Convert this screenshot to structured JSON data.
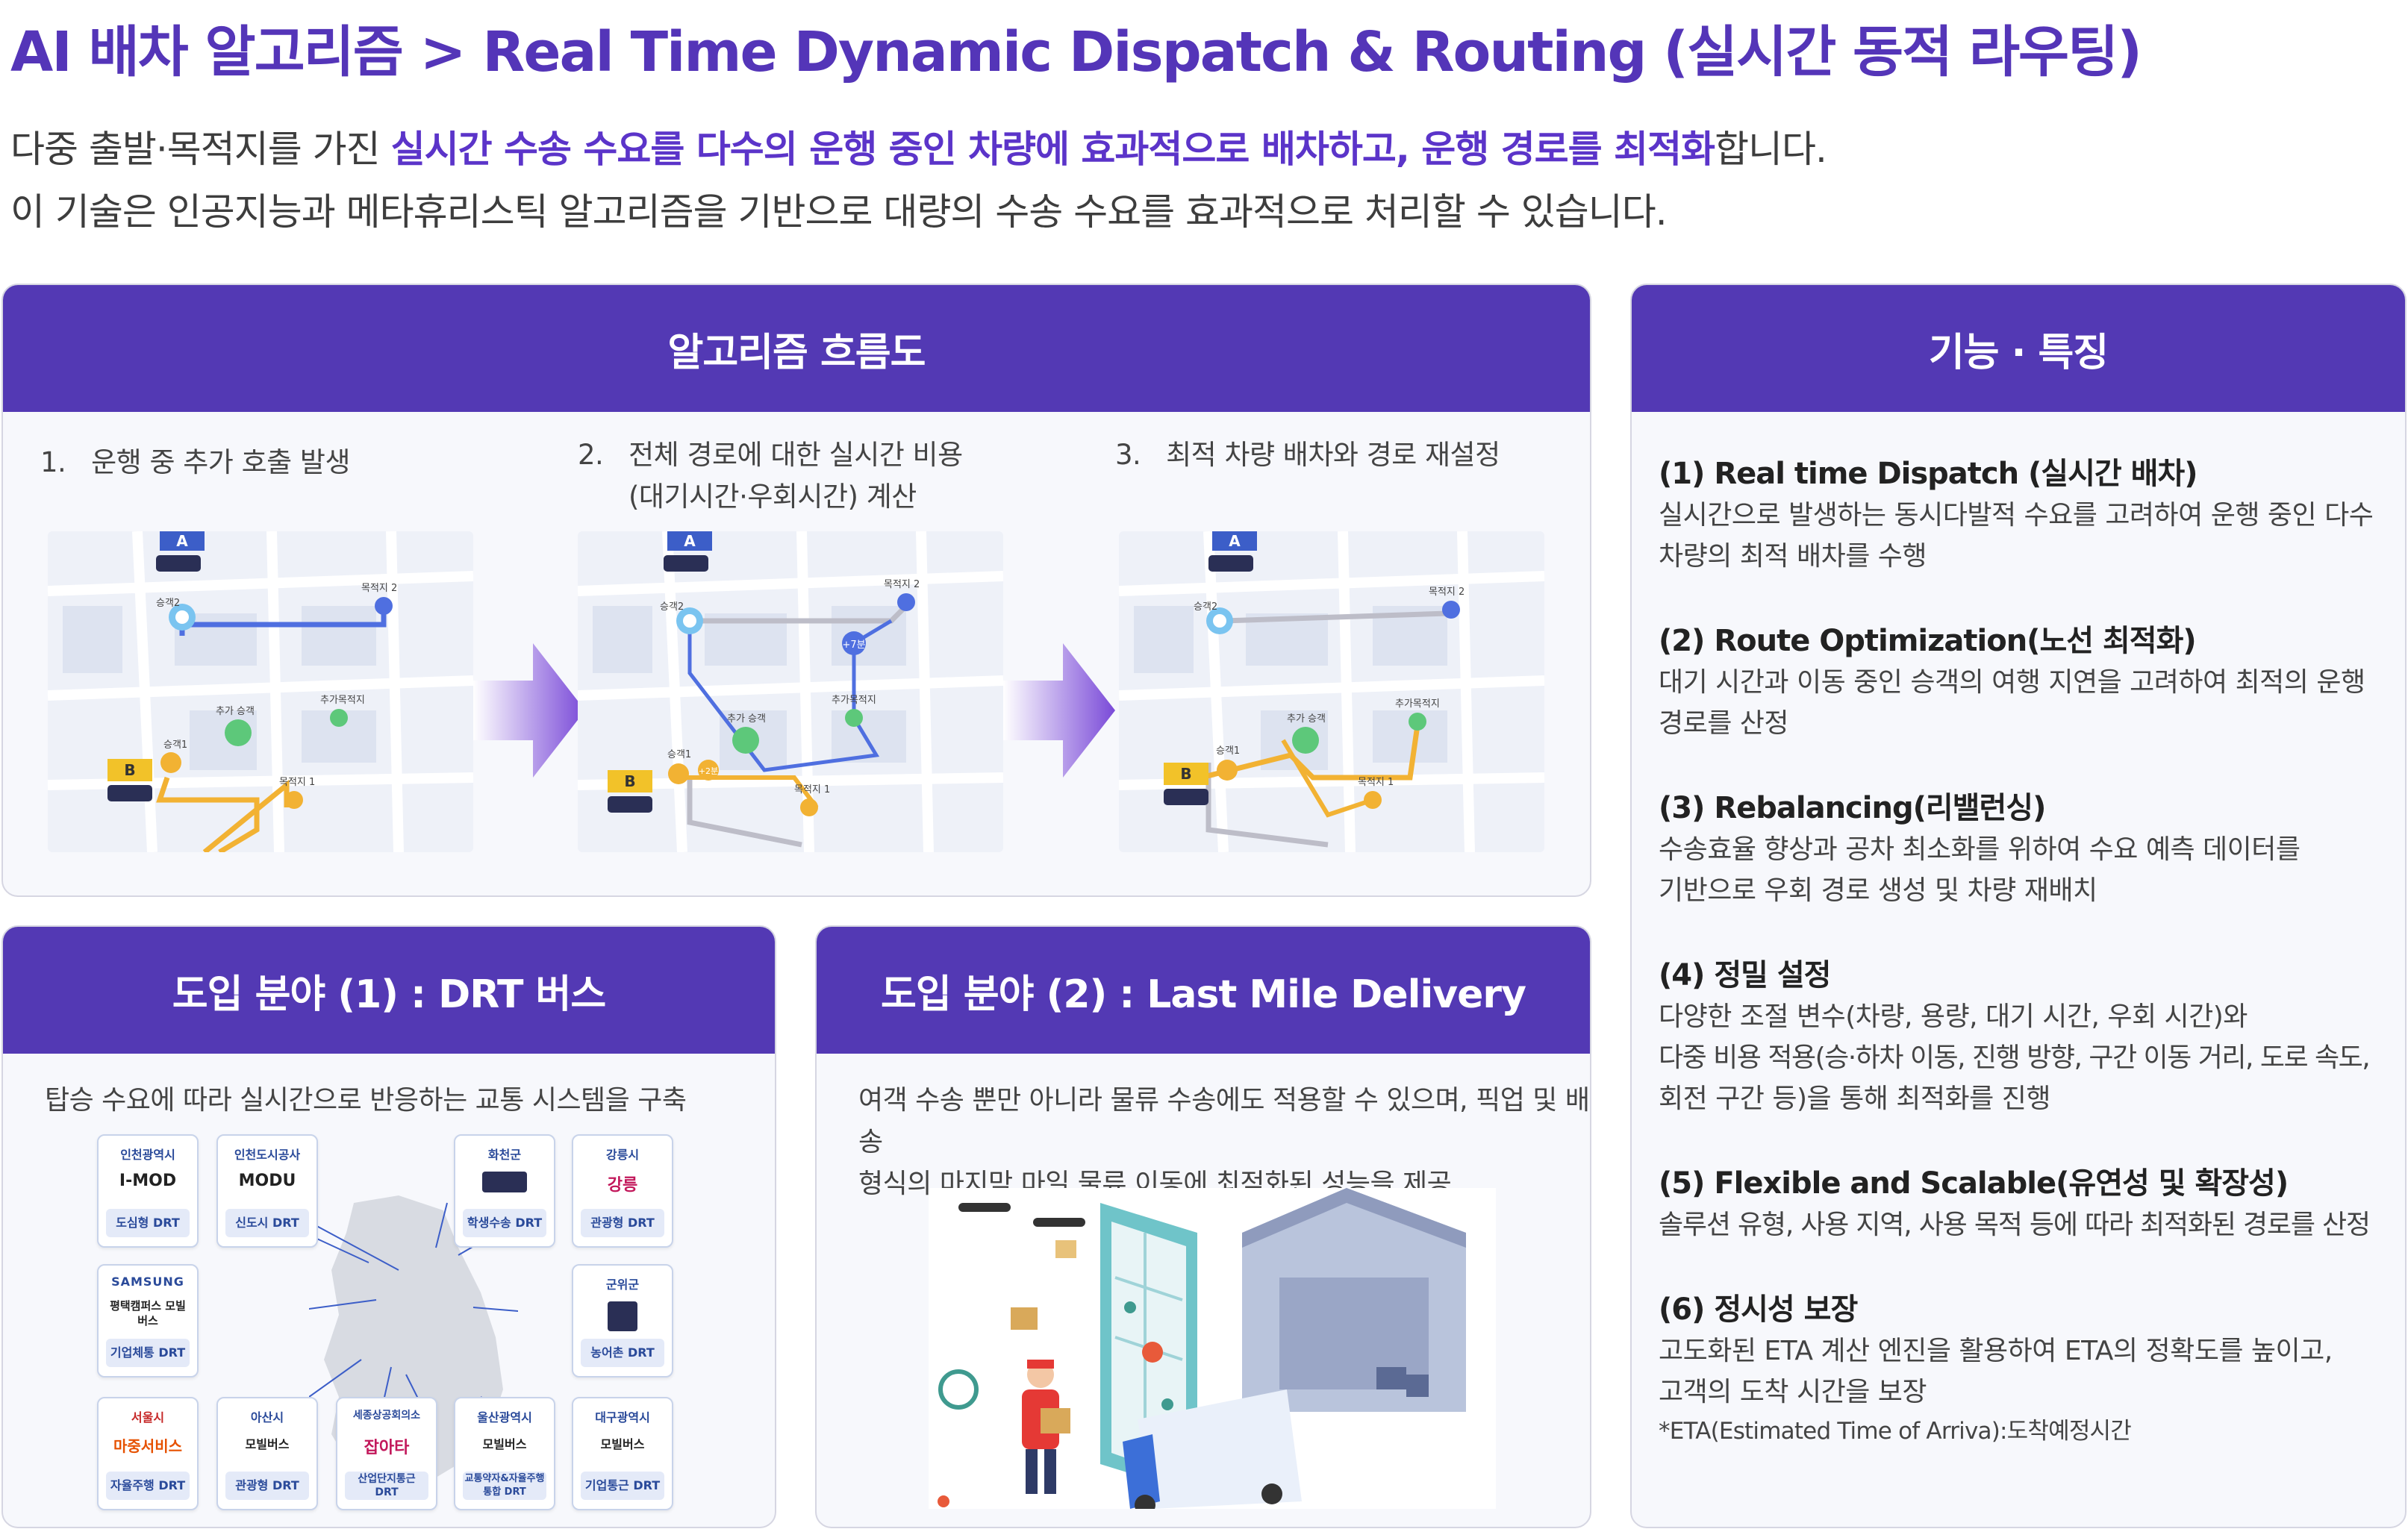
{
  "title": "AI 배차 알고리즘 > Real Time Dynamic Dispatch & Routing (실시간 동적 라우팅)",
  "intro": {
    "line1_pre": "다중 출발·목적지를 가진 ",
    "line1_highlight": "실시간 수송 수요를 다수의 운행 중인 차량에 효과적으로 배차하고, 운행 경로를 최적화",
    "line1_post": "합니다.",
    "line2": "이 기술은 인공지능과 메타휴리스틱 알고리즘을 기반으로 대량의 수송 수요를 효과적으로 처리할 수 있습니다."
  },
  "flow": {
    "header": "알고리즘 흐름도",
    "steps": [
      {
        "num": "1.",
        "text": "운행 중 추가 호출 발생",
        "text2": ""
      },
      {
        "num": "2.",
        "text": "전체 경로에 대한 실시간 비용",
        "text2": "(대기시간·우회시간) 계산"
      },
      {
        "num": "3.",
        "text": "최적 차량 배차와 경로 재설정",
        "text2": ""
      }
    ],
    "map_labels": {
      "a": "A",
      "b": "B",
      "p2": "승객2",
      "p1": "승객1",
      "dest2": "목적지 2",
      "dest1": "목적지 1",
      "extra_p": "추가 승객",
      "extra_dest": "추가목적지",
      "plus7": "+7분",
      "plus2": "+2분"
    }
  },
  "drt": {
    "header": "도입 분야 (1) : DRT 버스",
    "desc": "탑승 수요에 따라 실시간으로 반응하는 교통 시스템을 구축",
    "logos": [
      {
        "org": "인천광역시",
        "mark": "I-MOD",
        "tag": "도심형 DRT"
      },
      {
        "org": "인천도시공사",
        "mark": "MODU",
        "tag": "신도시 DRT"
      },
      {
        "org": "화천군",
        "mark": "",
        "tag": "학생수송 DRT"
      },
      {
        "org": "강릉시",
        "mark": "강릉",
        "tag": "관광형 DRT"
      },
      {
        "org": "SAMSUNG",
        "mark": "평택캠퍼스 모빌버스",
        "tag": "기업체통 DRT"
      },
      {
        "org": "군위군",
        "mark": "",
        "tag": "농어촌 DRT"
      },
      {
        "org": "서울시",
        "mark": "마중서비스",
        "tag": "자율주행 DRT"
      },
      {
        "org": "아산시",
        "mark": "모빌버스",
        "tag": "관광형 DRT"
      },
      {
        "org": "세종상공회의소",
        "mark": "잡아타",
        "tag": "산업단지통근 DRT"
      },
      {
        "org": "울산광역시",
        "mark": "모빌버스",
        "tag": "교통약자&자율주행 통합 DRT"
      },
      {
        "org": "대구광역시",
        "mark": "모빌버스",
        "tag": "기업통근 DRT"
      }
    ]
  },
  "lmd": {
    "header": "도입 분야 (2) : Last Mile Delivery",
    "desc1": "여객 수송 뿐만 아니라 물류 수송에도 적용할 수 있으며, 픽업 및 배송",
    "desc2": "형식의 마지막 마일 물류 이동에 최적화된 성능을 제공"
  },
  "features": {
    "header": "기능 · 특징",
    "items": [
      {
        "title": "(1) Real time Dispatch (실시간 배차)",
        "desc": [
          "실시간으로 발생하는 동시다발적 수요를 고려하여 운행 중인 다수",
          "차량의 최적 배차를 수행"
        ]
      },
      {
        "title": "(2) Route Optimization(노선 최적화)",
        "desc": [
          "대기 시간과 이동 중인 승객의 여행 지연을 고려하여 최적의 운행",
          "경로를 산정"
        ]
      },
      {
        "title": "(3) Rebalancing(리밸런싱)",
        "desc": [
          "수송효율 향상과 공차 최소화를 위하여 수요 예측 데이터를",
          "기반으로 우회 경로 생성 및 차량 재배치"
        ]
      },
      {
        "title": "(4) 정밀 설정",
        "desc": [
          "다양한 조절 변수(차량, 용량, 대기 시간, 우회 시간)와",
          "다중 비용 적용(승·하차 이동, 진행 방향, 구간 이동 거리, 도로 속도,",
          "회전 구간 등)을 통해 최적화를 진행"
        ]
      },
      {
        "title": "(5) Flexible and Scalable(유연성 및 확장성)",
        "desc": [
          "솔루션 유형, 사용 지역, 사용 목적 등에 따라 최적화된 경로를 산정"
        ]
      },
      {
        "title": "(6) 정시성 보장",
        "desc": [
          "고도화된 ETA 계산 엔진을 활용하여 ETA의 정확도를 높이고,",
          "고객의 도착 시간을 보장"
        ]
      }
    ],
    "note": "*ETA(Estimated Time of Arriva):도착예정시간"
  },
  "colors": {
    "brand": "#5339b4",
    "accent": "#5b34c9",
    "route_blue": "#4f6fe0",
    "route_orange": "#f2b233",
    "passenger_green": "#5dc87a"
  }
}
